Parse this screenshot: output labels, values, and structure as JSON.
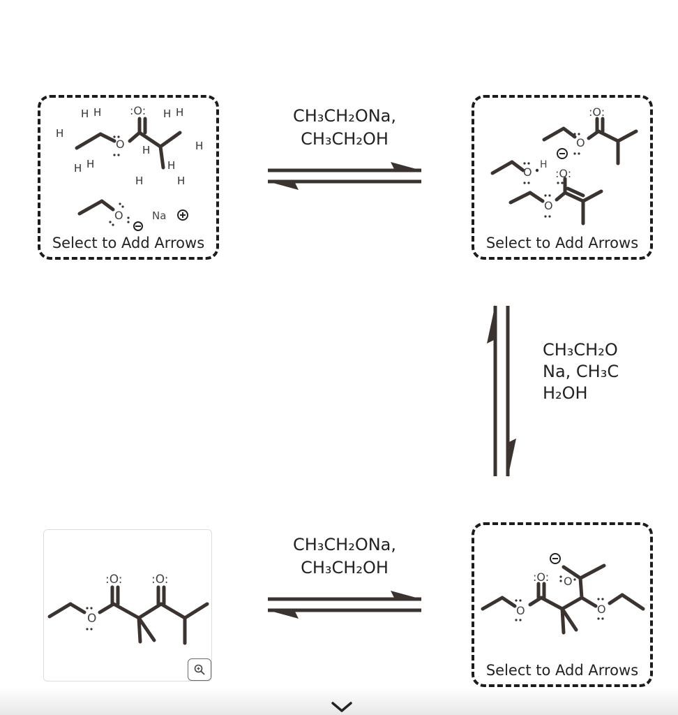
{
  "panels": {
    "step1": {
      "label": "Select to Add Arrows"
    },
    "step2": {
      "label": "Select to Add Arrows"
    },
    "step3": {
      "label": "Select to Add Arrows"
    }
  },
  "conditions": {
    "top": {
      "line1": "CH₃CH₂ONa,",
      "line2": "CH₃CH₂OH"
    },
    "right": {
      "line1": "CH₃CH₂O",
      "line2": "Na, CH₃C",
      "line3": "H₂OH"
    },
    "bottom": {
      "line1": "CH₃CH₂ONa,",
      "line2": "CH₃CH₂OH"
    }
  },
  "atoms": {
    "H": "H",
    "O": "O",
    "Na": "Na",
    "lone_pair_O": ":O:"
  },
  "icons": {
    "zoom": "zoom-in-icon",
    "expand": "chevron-down-icon",
    "plus": "plus-charge-icon",
    "minus": "minus-charge-icon"
  },
  "colors": {
    "bond": "#3a3330",
    "border": "#1c1c1c",
    "text": "#222222"
  }
}
